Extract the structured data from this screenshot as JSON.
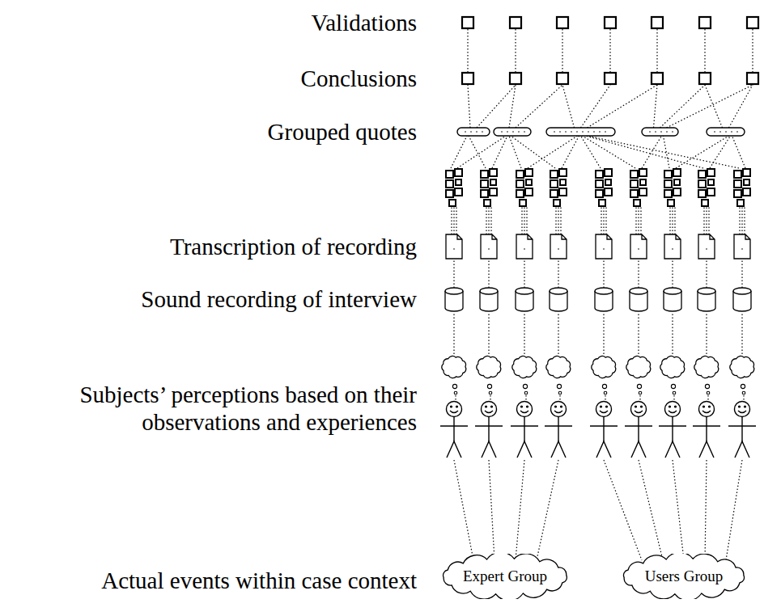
{
  "diagram": {
    "nodes": [
      {
        "text": [
          "Expert Group"
        ]
      },
      {
        "text": [
          "Users Group"
        ]
      }
    ],
    "labels": [
      "Validations",
      "Conclusions",
      "Grouped quotes",
      "Transcription of recording",
      "Sound recording of interview",
      "Subjects’ perceptions based on their observations and experiences",
      "Actual events within case context"
    ]
  }
}
